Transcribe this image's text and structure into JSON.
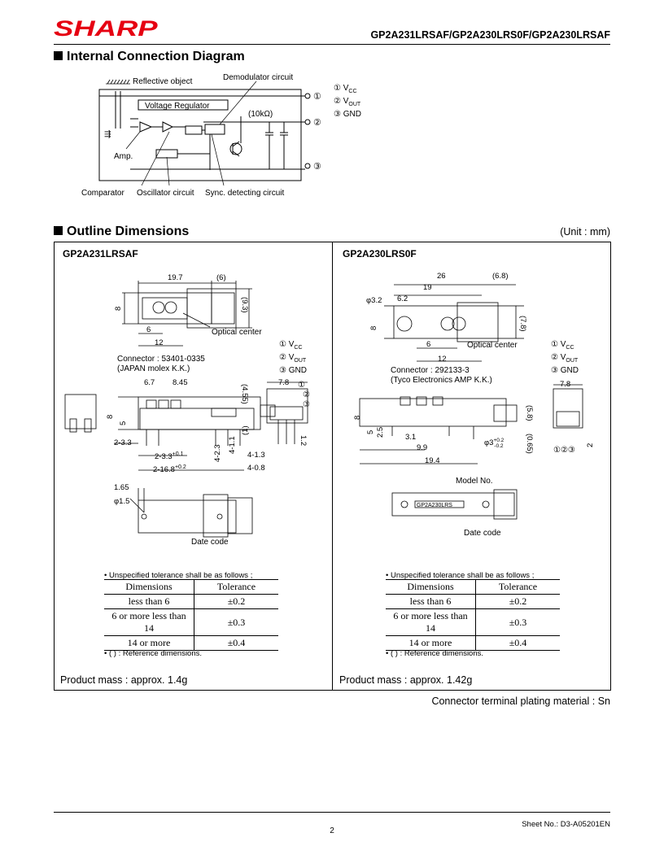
{
  "header": {
    "logo": "SHARP",
    "part_numbers": "GP2A231LRSAF/GP2A230LRS0F/GP2A230LRSAF"
  },
  "connection": {
    "title": "Internal Connection Diagram",
    "labels": {
      "reflective": "Reflective object",
      "demodulator": "Demodulator circuit",
      "voltage_regulator": "Voltage Regulator",
      "resistor": "(10kΩ)",
      "amp": "Amp.",
      "comparator": "Comparator",
      "oscillator": "Oscillator circuit",
      "sync": "Sync. detecting circuit"
    },
    "pins": [
      {
        "num": "①",
        "name": "V",
        "sub": "CC"
      },
      {
        "num": "②",
        "name": "V",
        "sub": "OUT"
      },
      {
        "num": "③",
        "name": "GND",
        "sub": ""
      }
    ]
  },
  "outline": {
    "title": "Outline Dimensions",
    "unit": "(Unit : mm)",
    "left": {
      "model": "GP2A231LRSAF",
      "connector_line1": "Connector : 53401-0335",
      "connector_line2": "(JAPAN molex K.K.)",
      "optical_center": "Optical center",
      "date_code": "Date code",
      "dims": {
        "d19_7": "19.7",
        "d6p": "(6)",
        "d9_3": "(9.3)",
        "d8": "8",
        "d6": "6",
        "d12": "12",
        "d6_7": "6.7",
        "d8_45": "8.45",
        "d4_55": "(4.55)",
        "d7_8": "7.8",
        "d5": "5",
        "d2_3_3": "2-3.3",
        "d2_3_3b": "2-3.3",
        "tol01": "+0.1",
        "d4_2_3": "4-2.3",
        "d4_1_1": "4-1.1",
        "d1p": "(1)",
        "d1_2": "1.2",
        "d4_1_3": "4-1.3",
        "d4_0_8": "4-0.8",
        "d2_16_8": "2-16.8",
        "tol02": "+0.2",
        "d1_65": "1.65",
        "dphi1_5": "φ1.5"
      }
    },
    "right": {
      "model": "GP2A230LRS0F",
      "connector_line1": "Connector : 292133-3",
      "connector_line2": "(Tyco Electronics AMP K.K.)",
      "optical_center": "Optical center",
      "date_code": "Date code",
      "model_no": "Model No.",
      "marking": "GP2A230LRS",
      "dims": {
        "d26": "26",
        "d6_8": "(6.8)",
        "d19": "19",
        "dphi3_2": "φ3.2",
        "d6_2": "6.2",
        "d8": "8",
        "d7_8": "(7.8)",
        "d6": "6",
        "d12": "12",
        "d7_8b": "7.8",
        "d5": "5",
        "d2_5": "2.5",
        "d5_8": "(5.8)",
        "d3_1": "3.1",
        "d9_9": "9.9",
        "d19_4": "19.4",
        "dphi3": "φ3",
        "tolp": "+0.2",
        "tolm": "-0.2",
        "d0_65": "(0.65)",
        "d2": "2"
      }
    },
    "pin_legend": [
      {
        "num": "①",
        "name": "V",
        "sub": "CC"
      },
      {
        "num": "②",
        "name": "V",
        "sub": "OUT"
      },
      {
        "num": "③",
        "name": "GND",
        "sub": ""
      }
    ],
    "pin_row": "①②③",
    "tolerance": {
      "note": "• Unspecified tolerance shall be as follows ;",
      "headers": [
        "Dimensions",
        "Tolerance"
      ],
      "rows": [
        {
          "dim": "less than 6",
          "tol": "±0.2"
        },
        {
          "dim": "6 or more less than 14",
          "tol": "±0.3"
        },
        {
          "dim": "14 or more",
          "tol": "±0.4"
        }
      ],
      "ref_note": "• ( ) : Reference dimensions."
    },
    "mass_left": "Product mass : approx. 1.4g",
    "mass_right": "Product mass : approx. 1.42g",
    "plating": "Connector terminal plating material : Sn"
  },
  "footer": {
    "sheet": "Sheet No.: D3-A05201EN",
    "page": "2"
  }
}
